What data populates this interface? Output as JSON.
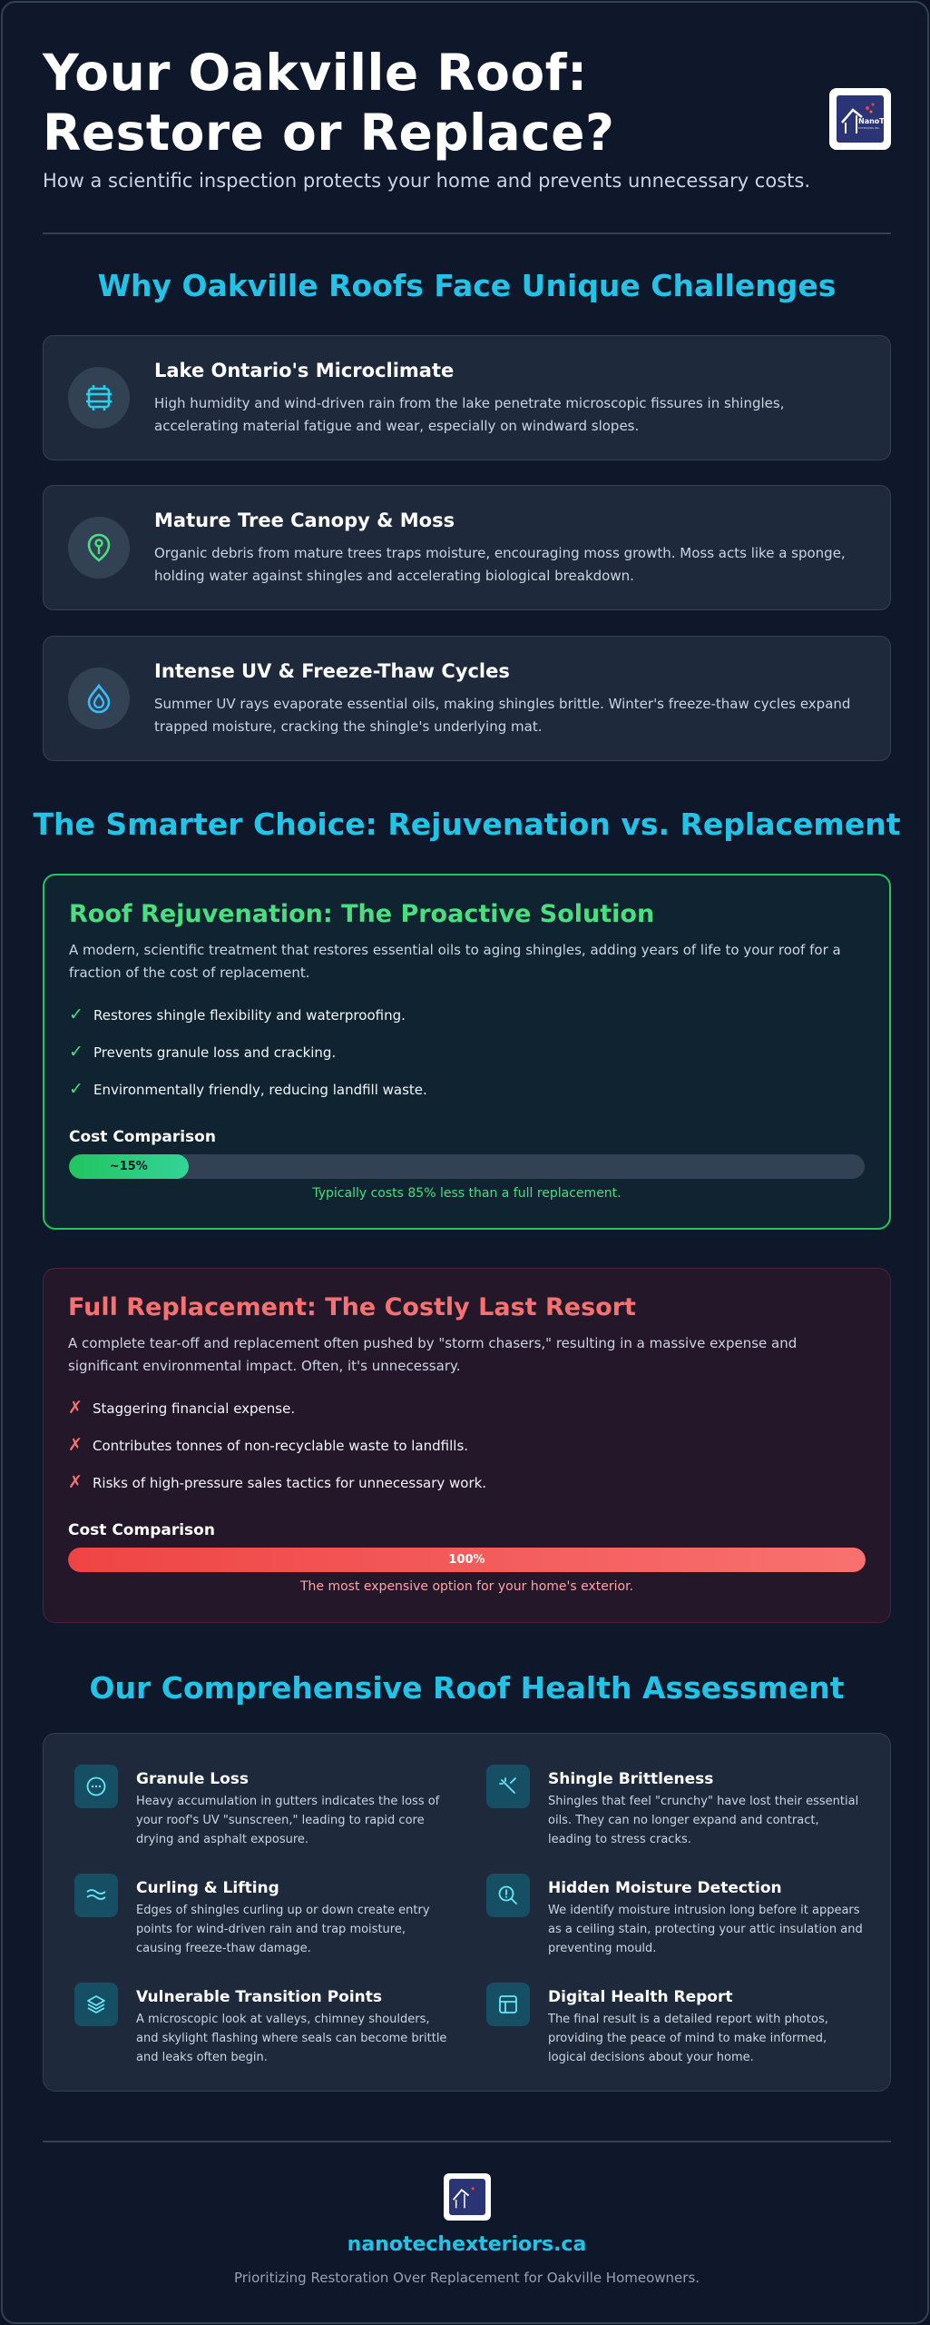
{
  "header": {
    "title": "Your Oakville Roof: Restore or Replace?",
    "subtitle": "How a scientific inspection protects your home and prevents unnecessary costs.",
    "logo_text": "NanoTech",
    "logo_sub": "EXTERIORS INC."
  },
  "challenges": {
    "heading": "Why Oakville Roofs Face Unique Challenges",
    "items": [
      {
        "icon": "lake-waves-icon",
        "title": "Lake Ontario's Microclimate",
        "text": "High humidity and wind-driven rain from the lake penetrate microscopic fissures in shingles, accelerating material fatigue and wear, especially on windward slopes."
      },
      {
        "icon": "tree-moss-icon",
        "title": "Mature Tree Canopy & Moss",
        "text": "Organic debris from mature trees traps moisture, encouraging moss growth. Moss acts like a sponge, holding water against shingles and accelerating biological breakdown."
      },
      {
        "icon": "flame-droplet-icon",
        "title": "Intense UV & Freeze-Thaw Cycles",
        "text": "Summer UV rays evaporate essential oils, making shingles brittle. Winter's freeze-thaw cycles expand trapped moisture, cracking the shingle's underlying mat."
      }
    ]
  },
  "choice": {
    "heading": "The Smarter Choice: Rejuvenation vs. Replacement",
    "rejuvenation": {
      "title": "Roof Rejuvenation: The Proactive Solution",
      "text": "A modern, scientific treatment that restores essential oils to aging shingles, adding years of life to your roof for a fraction of the cost of replacement.",
      "bullet_mark": "✓",
      "bullets": [
        "Restores shingle flexibility and waterproofing.",
        "Prevents granule loss and cracking.",
        "Environmentally friendly, reducing landfill waste."
      ],
      "cost_heading": "Cost Comparison",
      "bar_label": "~15%",
      "bar_fraction": 0.15,
      "note": "Typically costs 85% less than a full replacement.",
      "color": "#22c55e"
    },
    "replacement": {
      "title": "Full Replacement: The Costly Last Resort",
      "text": "A complete tear-off and replacement often pushed by \"storm chasers,\" resulting in a massive expense and significant environmental impact. Often, it's unnecessary.",
      "bullet_mark": "✗",
      "bullets": [
        "Staggering financial expense.",
        "Contributes tonnes of non-recyclable waste to landfills.",
        "Risks of high-pressure sales tactics for unnecessary work."
      ],
      "cost_heading": "Cost Comparison",
      "bar_label": "100%",
      "bar_fraction": 1.0,
      "note": "The most expensive option for your home's exterior.",
      "color": "#ef4444"
    }
  },
  "assessment": {
    "heading": "Our Comprehensive Roof Health Assessment",
    "items": [
      {
        "icon": "granule-dots-icon",
        "title": "Granule Loss",
        "text": "Heavy accumulation in gutters indicates the loss of your roof's UV \"sunscreen,\" leading to rapid core drying and asphalt exposure."
      },
      {
        "icon": "broken-wand-icon",
        "title": "Shingle Brittleness",
        "text": "Shingles that feel \"crunchy\" have lost their essential oils. They can no longer expand and contract, leading to stress cracks."
      },
      {
        "icon": "waves-icon",
        "title": "Curling & Lifting",
        "text": "Edges of shingles curling up or down create entry points for wind-driven rain and trap moisture, causing freeze-thaw damage."
      },
      {
        "icon": "search-alert-icon",
        "title": "Hidden Moisture Detection",
        "text": "We identify moisture intrusion long before it appears as a ceiling stain, protecting your attic insulation and preventing mould."
      },
      {
        "icon": "layers-icon",
        "title": "Vulnerable Transition Points",
        "text": "A microscopic look at valleys, chimney shoulders, and skylight flashing where seals can become brittle and leaks often begin."
      },
      {
        "icon": "report-layout-icon",
        "title": "Digital Health Report",
        "text": "The final result is a detailed report with photos, providing the peace of mind to make informed, logical decisions about your home."
      }
    ]
  },
  "footer": {
    "site": "nanotechexteriors.ca",
    "tagline": "Prioritizing Restoration Over Replacement for Oakville Homeowners."
  },
  "colors": {
    "accent": "#22c3e6",
    "background": "#0f172a",
    "card": "#1e293b",
    "green": "#4ade80",
    "red": "#f87171"
  }
}
